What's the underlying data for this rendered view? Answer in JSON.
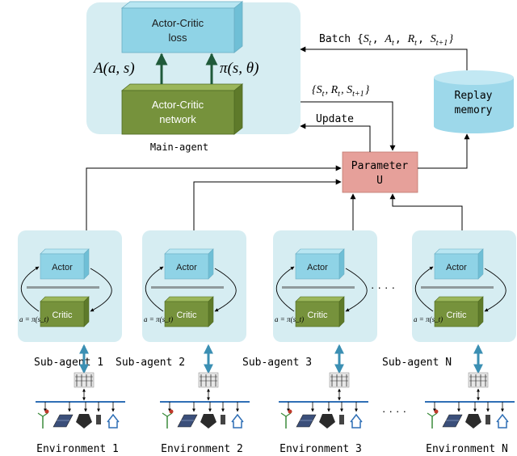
{
  "main_agent": {
    "label": "Main-agent",
    "loss_line1": "Actor-Critic",
    "loss_line2": "loss",
    "network_line1": "Actor-Critic",
    "network_line2": "network",
    "advantage": "A(a, s)",
    "policy": "π(s, θ)"
  },
  "edges": {
    "batch": "Batch {S_t, A_t, R_t, S_t+1}",
    "transition": "{S_t, R_t, S_t+1}",
    "update": "Update"
  },
  "replay": {
    "line1": "Replay",
    "line2": "memory"
  },
  "parameter": {
    "line1": "Parameter",
    "line2": "U"
  },
  "sub_agents": [
    {
      "label": "Sub-agent 1",
      "actor": "Actor",
      "critic": "Critic",
      "action": "a = π(s_t)",
      "env": "Environment 1"
    },
    {
      "label": "Sub-agent 2",
      "actor": "Actor",
      "critic": "Critic",
      "action": "a = π(s_t)",
      "env": "Environment 2"
    },
    {
      "label": "Sub-agent 3",
      "actor": "Actor",
      "critic": "Critic",
      "action": "a = π(s_t)",
      "env": "Environment 3"
    },
    {
      "label": "Sub-agent N",
      "actor": "Actor",
      "critic": "Critic",
      "action": "a = π(s_t)",
      "env": "Environment N"
    }
  ],
  "ellipsis": "· · · ·",
  "colors": {
    "panel": "#d6edf2",
    "actor": "#8fd3e6",
    "critic": "#76923c",
    "param": "#e6a09a",
    "replay": "#9dd8ea",
    "arrow_blue": "#3b8fb3"
  }
}
